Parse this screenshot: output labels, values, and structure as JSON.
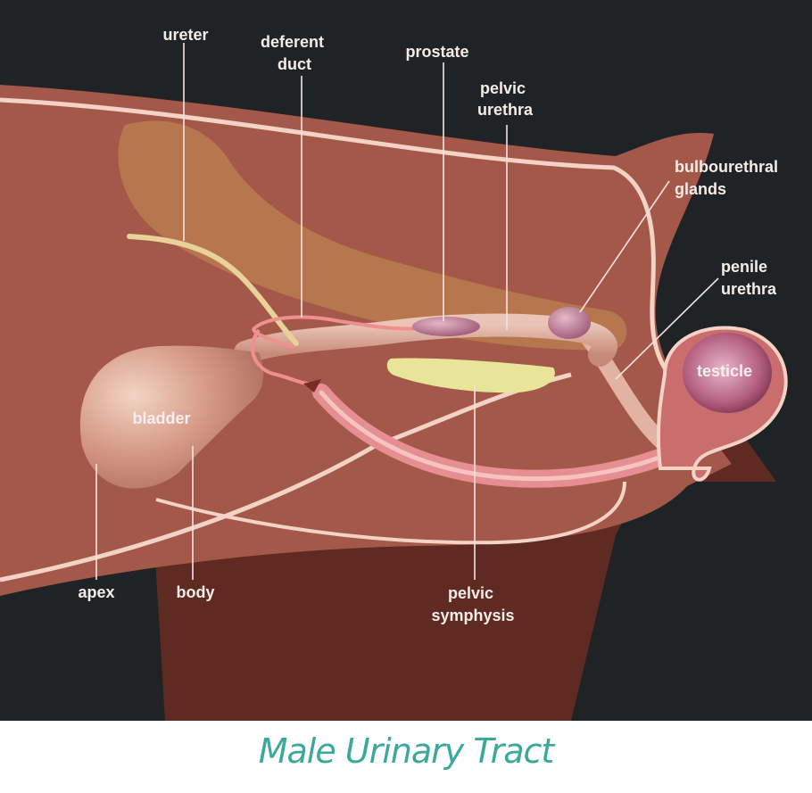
{
  "labels": {
    "ureter": "ureter",
    "deferent_duct": [
      "deferent",
      "duct"
    ],
    "prostate": "prostate",
    "pelvic_urethra": [
      "pelvic",
      "urethra"
    ],
    "bulbourethral_glands": [
      "bulbourethral",
      "glands"
    ],
    "penile_urethra": [
      "penile",
      "urethra"
    ],
    "testicle": "testicle",
    "bladder": "bladder",
    "apex": "apex",
    "body": "body",
    "pelvic_symphysis": [
      "pelvic",
      "symphysis"
    ]
  },
  "caption": "Male Urinary Tract",
  "colors": {
    "background": "#1f2326",
    "tissue": "#a85a4a",
    "outline": "#f3d3c6",
    "caption": "#3aa89b"
  }
}
